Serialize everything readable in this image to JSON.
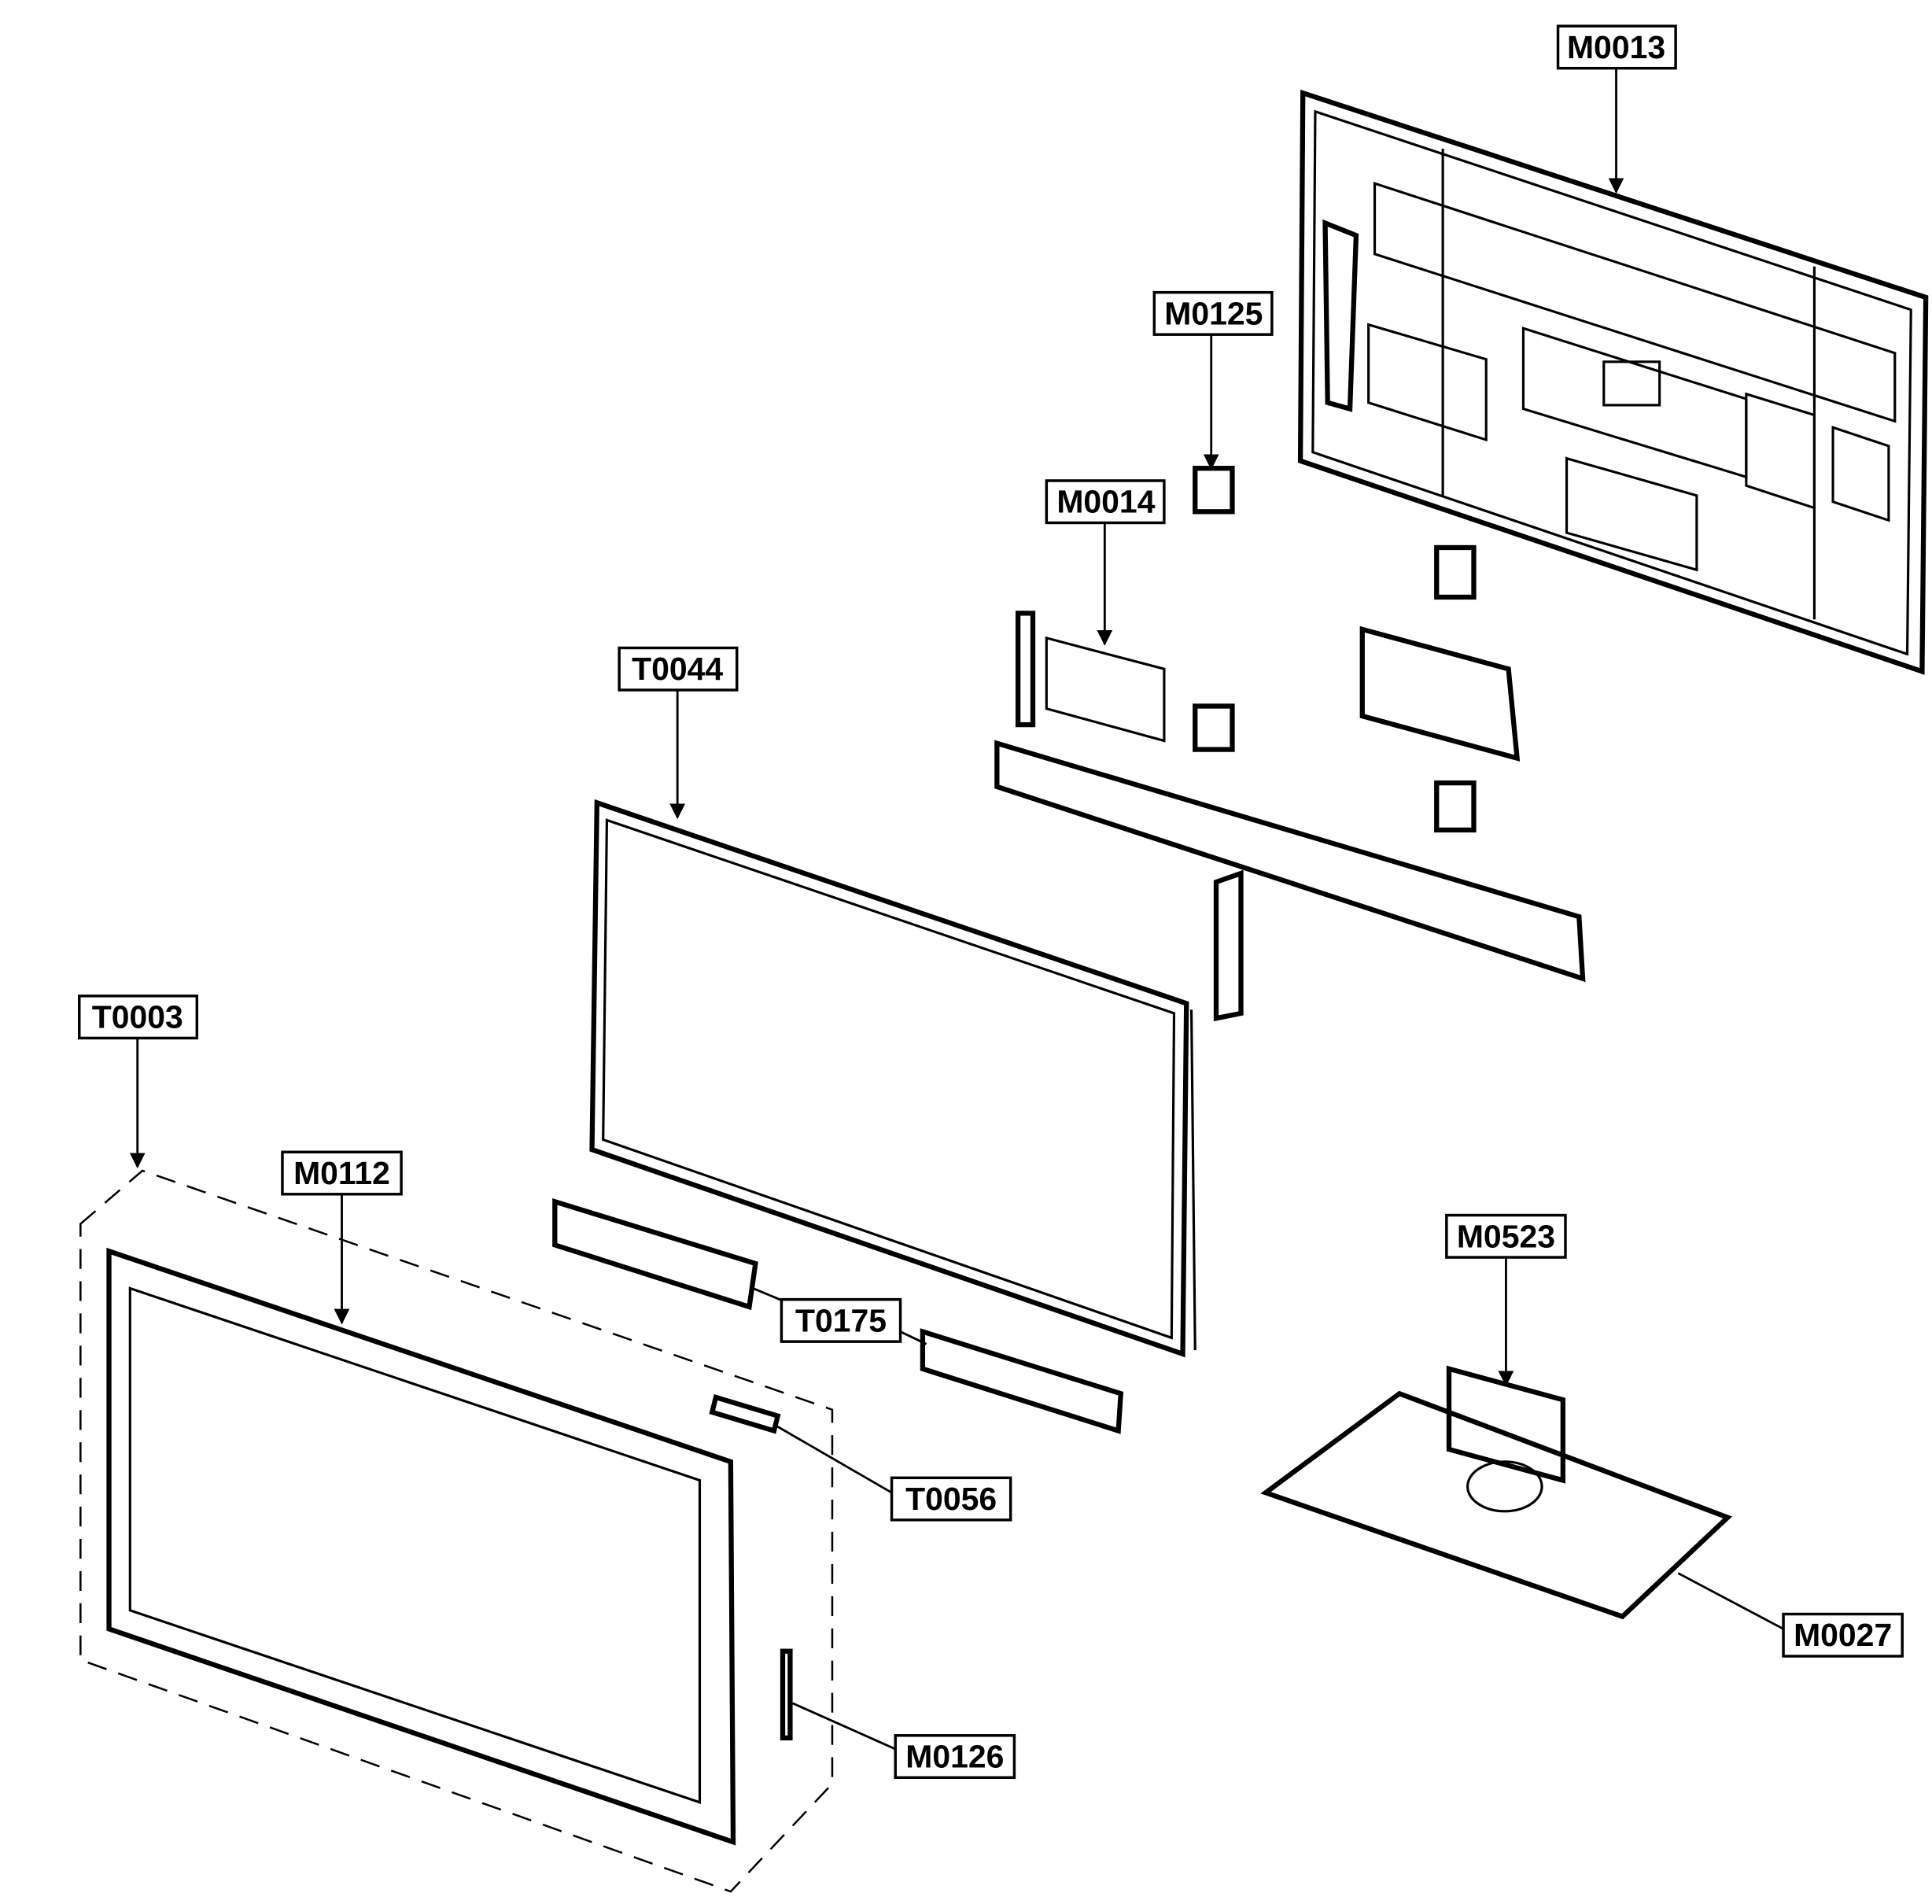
{
  "diagram": {
    "labels": {
      "m0013": "M0013",
      "m0125": "M0125",
      "m0014": "M0014",
      "t0044": "T0044",
      "t0003": "T0003",
      "m0112": "M0112",
      "t0175": "T0175",
      "m0523": "M0523",
      "t0056": "T0056",
      "m0027": "M0027",
      "m0126": "M0126"
    }
  }
}
